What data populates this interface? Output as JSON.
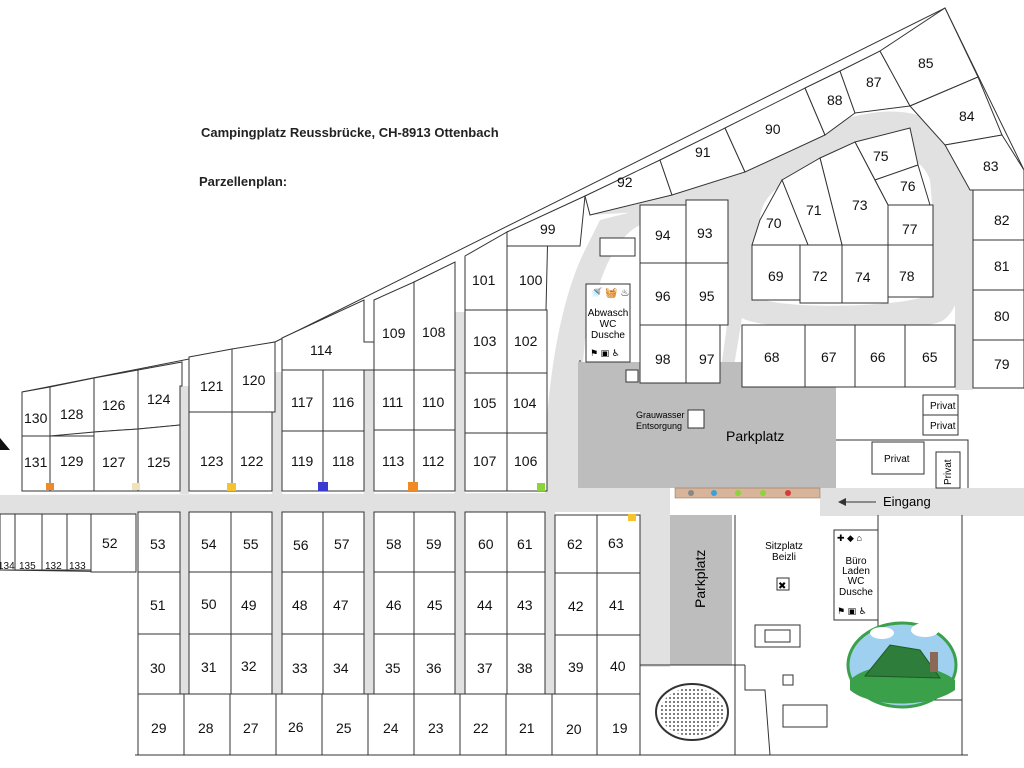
{
  "header": {
    "title": "Campingplatz Reussbrücke, CH-8913 Ottenbach",
    "subtitle": "Parzellenplan:"
  },
  "labels": {
    "parking_main": "Parkplatz",
    "parking_side": "Parkplatz",
    "entrance": "Eingang",
    "greywater_1": "Grauwasser",
    "greywater_2": "Entsorgung",
    "private": "Privat",
    "sanitary_1": [
      "Abwasch",
      "WC",
      "Dusche"
    ],
    "sanitary_2": [
      "Büro",
      "Laden",
      "WC",
      "Dusche"
    ],
    "seating": [
      "Sitzplatz",
      "Beizli"
    ]
  },
  "colors": {
    "road": "#e1e1e1",
    "parking": "#bdbdbd",
    "marker_orange": "#f08a24",
    "marker_beige": "#f2e2b8",
    "marker_yellow": "#f4c430",
    "marker_blue": "#3a3ad0",
    "marker_green": "#8bd43a",
    "logo_green": "#3aa04a"
  },
  "plots": [
    {
      "id": "1",
      "label": "130"
    },
    {
      "id": "2",
      "label": "128"
    },
    {
      "id": "3",
      "label": "126"
    },
    {
      "id": "4",
      "label": "124"
    },
    {
      "id": "5",
      "label": "131"
    },
    {
      "id": "6",
      "label": "129"
    },
    {
      "id": "7",
      "label": "127"
    },
    {
      "id": "8",
      "label": "125"
    },
    {
      "id": "9",
      "label": "121"
    },
    {
      "id": "10",
      "label": "120"
    },
    {
      "id": "11",
      "label": "123"
    },
    {
      "id": "12",
      "label": "122"
    },
    {
      "id": "13",
      "label": "114"
    },
    {
      "id": "14",
      "label": "117"
    },
    {
      "id": "15",
      "label": "116"
    },
    {
      "id": "16",
      "label": "119"
    },
    {
      "id": "17",
      "label": "118"
    },
    {
      "id": "18",
      "label": "109"
    },
    {
      "id": "19",
      "label": "108"
    },
    {
      "id": "20",
      "label": "111"
    },
    {
      "id": "21",
      "label": "110"
    },
    {
      "id": "22",
      "label": "113"
    },
    {
      "id": "23",
      "label": "112"
    },
    {
      "id": "24",
      "label": "101"
    },
    {
      "id": "25",
      "label": "100"
    },
    {
      "id": "26",
      "label": "103"
    },
    {
      "id": "27",
      "label": "102"
    },
    {
      "id": "28",
      "label": "105"
    },
    {
      "id": "29",
      "label": "104"
    },
    {
      "id": "30",
      "label": "107"
    },
    {
      "id": "31",
      "label": "106"
    },
    {
      "id": "32",
      "label": "99"
    },
    {
      "id": "33",
      "label": "92"
    },
    {
      "id": "34",
      "label": "91"
    },
    {
      "id": "35",
      "label": "90"
    },
    {
      "id": "36",
      "label": "88"
    },
    {
      "id": "37",
      "label": "87"
    },
    {
      "id": "38",
      "label": "85"
    },
    {
      "id": "39",
      "label": "84"
    },
    {
      "id": "40",
      "label": "83"
    },
    {
      "id": "41",
      "label": "82"
    },
    {
      "id": "42",
      "label": "81"
    },
    {
      "id": "43",
      "label": "80"
    },
    {
      "id": "44",
      "label": "79"
    },
    {
      "id": "45",
      "label": "75"
    },
    {
      "id": "46",
      "label": "76"
    },
    {
      "id": "47",
      "label": "73"
    },
    {
      "id": "48",
      "label": "71"
    },
    {
      "id": "49",
      "label": "70"
    },
    {
      "id": "50",
      "label": "77"
    },
    {
      "id": "51",
      "label": "69"
    },
    {
      "id": "52",
      "label": "72"
    },
    {
      "id": "53",
      "label": "74"
    },
    {
      "id": "54",
      "label": "78"
    },
    {
      "id": "55",
      "label": "94"
    },
    {
      "id": "56",
      "label": "93"
    },
    {
      "id": "57",
      "label": "96"
    },
    {
      "id": "58",
      "label": "95"
    },
    {
      "id": "59",
      "label": "98"
    },
    {
      "id": "60",
      "label": "97"
    },
    {
      "id": "61",
      "label": "68"
    },
    {
      "id": "62",
      "label": "67"
    },
    {
      "id": "63",
      "label": "66"
    },
    {
      "id": "64",
      "label": "65"
    },
    {
      "id": "65",
      "label": "134"
    },
    {
      "id": "66",
      "label": "135"
    },
    {
      "id": "67",
      "label": "132"
    },
    {
      "id": "68",
      "label": "133"
    },
    {
      "id": "69",
      "label": "52"
    },
    {
      "id": "70",
      "label": "53"
    },
    {
      "id": "71",
      "label": "54"
    },
    {
      "id": "72",
      "label": "55"
    },
    {
      "id": "73",
      "label": "56"
    },
    {
      "id": "74",
      "label": "57"
    },
    {
      "id": "75",
      "label": "58"
    },
    {
      "id": "76",
      "label": "59"
    },
    {
      "id": "77",
      "label": "60"
    },
    {
      "id": "78",
      "label": "61"
    },
    {
      "id": "79",
      "label": "62"
    },
    {
      "id": "80",
      "label": "63"
    },
    {
      "id": "81",
      "label": "51"
    },
    {
      "id": "82",
      "label": "50"
    },
    {
      "id": "83",
      "label": "49"
    },
    {
      "id": "84",
      "label": "48"
    },
    {
      "id": "85",
      "label": "47"
    },
    {
      "id": "86",
      "label": "46"
    },
    {
      "id": "87",
      "label": "45"
    },
    {
      "id": "88",
      "label": "44"
    },
    {
      "id": "89",
      "label": "43"
    },
    {
      "id": "90",
      "label": "42"
    },
    {
      "id": "91",
      "label": "41"
    },
    {
      "id": "92",
      "label": "30"
    },
    {
      "id": "93",
      "label": "31"
    },
    {
      "id": "94",
      "label": "32"
    },
    {
      "id": "95",
      "label": "33"
    },
    {
      "id": "96",
      "label": "34"
    },
    {
      "id": "97",
      "label": "35"
    },
    {
      "id": "98",
      "label": "36"
    },
    {
      "id": "99",
      "label": "37"
    },
    {
      "id": "100",
      "label": "38"
    },
    {
      "id": "101",
      "label": "39"
    },
    {
      "id": "102",
      "label": "40"
    },
    {
      "id": "103",
      "label": "29"
    },
    {
      "id": "104",
      "label": "28"
    },
    {
      "id": "105",
      "label": "27"
    },
    {
      "id": "106",
      "label": "26"
    },
    {
      "id": "107",
      "label": "25"
    },
    {
      "id": "108",
      "label": "24"
    },
    {
      "id": "109",
      "label": "23"
    },
    {
      "id": "110",
      "label": "22"
    },
    {
      "id": "111",
      "label": "21"
    },
    {
      "id": "112",
      "label": "20"
    },
    {
      "id": "113",
      "label": "19"
    }
  ]
}
